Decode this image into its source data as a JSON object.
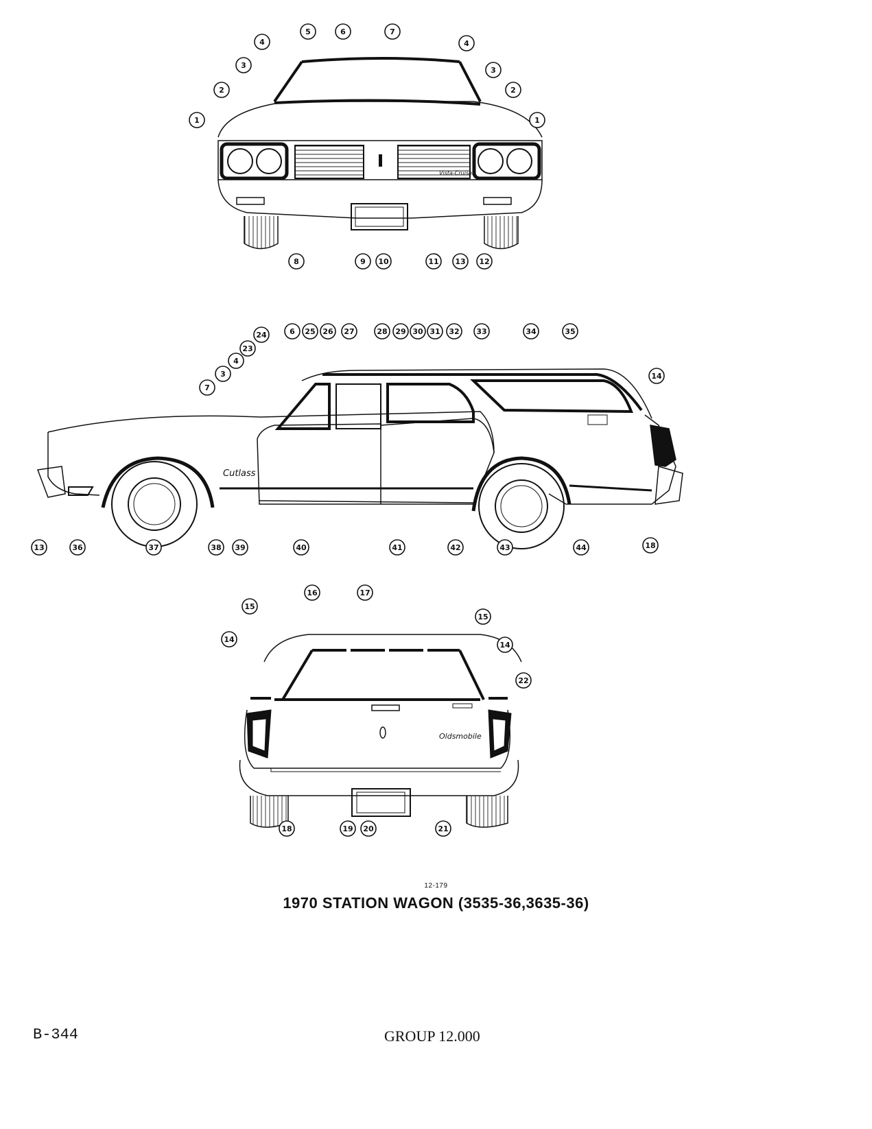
{
  "figure": {
    "code": "12-179",
    "title": "1970 STATION WAGON (3535-36,3635-36)",
    "front_badge": "Vista-Cruiser",
    "side_script": "Cutlass",
    "rear_script": "Oldsmobile"
  },
  "footer": {
    "page": "B-344",
    "group": "GROUP 12.000"
  },
  "callouts": {
    "front": [
      "1",
      "2",
      "3",
      "4",
      "5",
      "6",
      "7",
      "4",
      "3",
      "2",
      "1",
      "8",
      "9",
      "10",
      "11",
      "13",
      "12"
    ],
    "side_top": [
      "6",
      "25",
      "26",
      "27",
      "28",
      "29",
      "30",
      "31",
      "32",
      "33",
      "34",
      "35",
      "24",
      "23",
      "4",
      "3",
      "7",
      "14"
    ],
    "side_bottom": [
      "13",
      "36",
      "37",
      "38",
      "39",
      "40",
      "41",
      "42",
      "43",
      "44",
      "18"
    ],
    "rear": [
      "16",
      "17",
      "15",
      "15",
      "14",
      "14",
      "22",
      "18",
      "19",
      "20",
      "21"
    ]
  }
}
